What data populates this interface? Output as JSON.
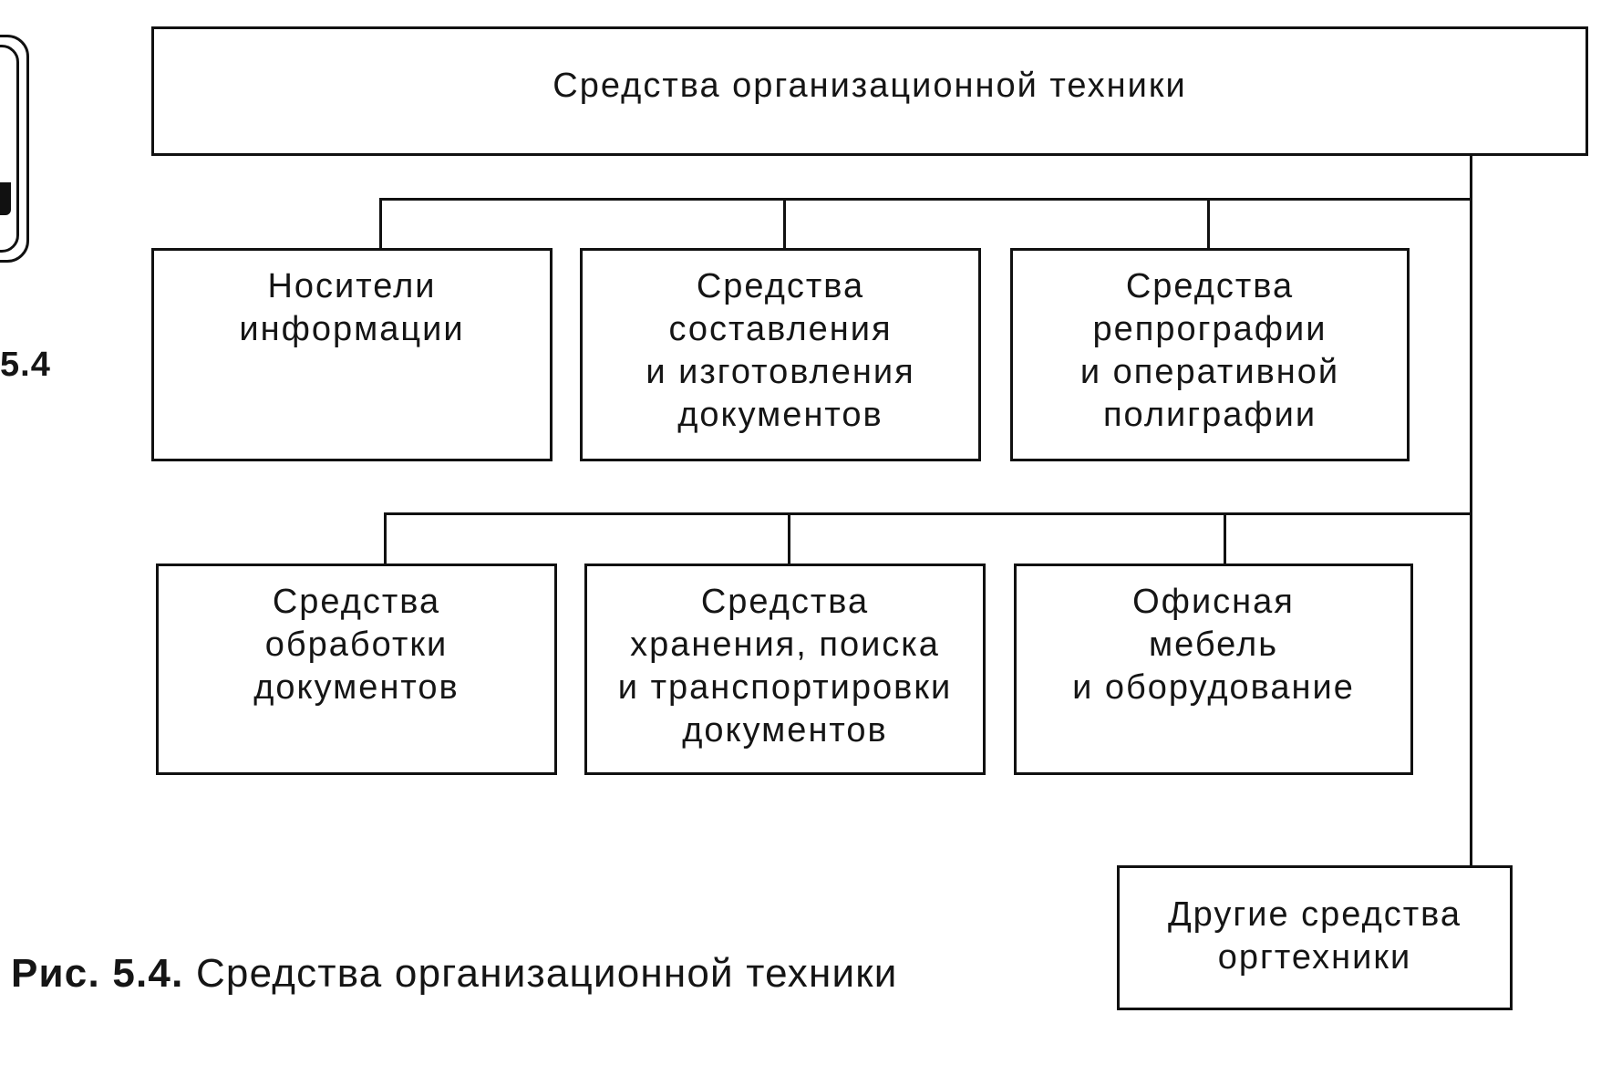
{
  "diagram": {
    "root": {
      "text": "Средства организационной техники"
    },
    "row1": [
      {
        "text": "Носители\nинформации"
      },
      {
        "text": "Средства\nсоставления\nи изготовления\nдокументов"
      },
      {
        "text": "Средства\nрепрографии\nи оперативной\nполиграфии"
      }
    ],
    "row2": [
      {
        "text": "Средства\nобработки\nдокументов"
      },
      {
        "text": "Средства\nхранения, поиска\nи транспортировки\nдокументов"
      },
      {
        "text": "Офисная\nмебель\nи оборудование"
      }
    ],
    "other": {
      "text": "Другие средства\nоргтехники"
    }
  },
  "caption": {
    "label": "Рис. 5.4.",
    "text": "Средства организационной техники"
  },
  "margin": {
    "number": "5.4"
  },
  "colors": {
    "ink": "#111111",
    "paper": "#ffffff"
  }
}
